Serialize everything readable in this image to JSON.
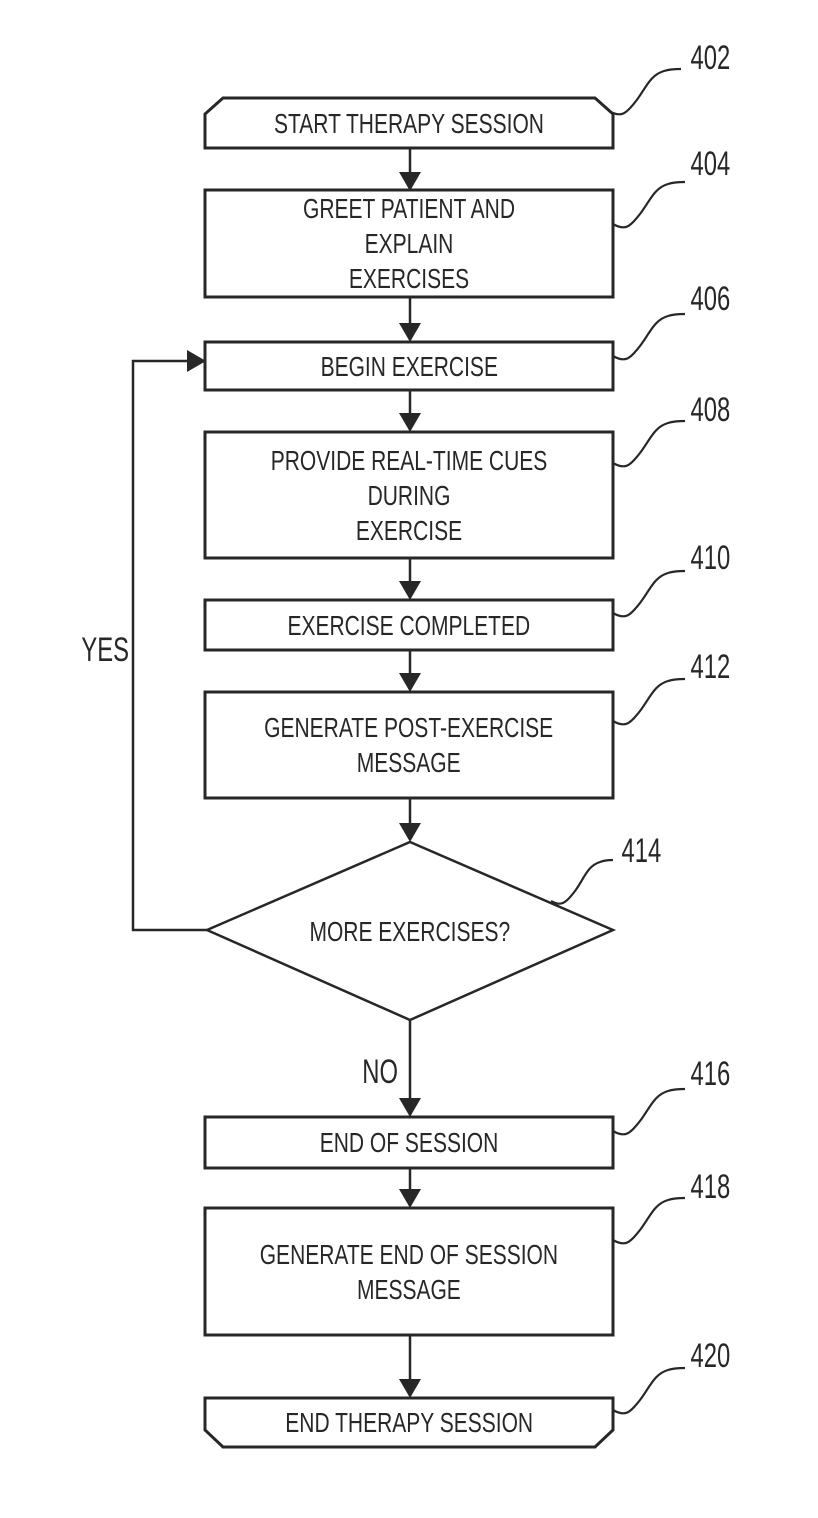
{
  "figure": {
    "background": "#ffffff",
    "line_color": "#272727",
    "nodes": [
      {
        "ref": "402",
        "shape": "terminator",
        "label": "START THERAPY SESSION"
      },
      {
        "ref": "404",
        "shape": "process",
        "label": "GREET PATIENT AND EXPLAIN\nEXERCISES"
      },
      {
        "ref": "406",
        "shape": "process",
        "label": "BEGIN EXERCISE"
      },
      {
        "ref": "408",
        "shape": "process",
        "label": "PROVIDE REAL-TIME CUES DURING\nEXERCISE"
      },
      {
        "ref": "410",
        "shape": "process",
        "label": "EXERCISE COMPLETED"
      },
      {
        "ref": "412",
        "shape": "process",
        "label": "GENERATE POST-EXERCISE\nMESSAGE"
      },
      {
        "ref": "414",
        "shape": "decision",
        "label": "MORE EXERCISES?"
      },
      {
        "ref": "416",
        "shape": "process",
        "label": "END OF SESSION"
      },
      {
        "ref": "418",
        "shape": "process",
        "label": "GENERATE END OF SESSION\nMESSAGE"
      },
      {
        "ref": "420",
        "shape": "terminator",
        "label": "END THERAPY SESSION"
      }
    ],
    "branch_labels": {
      "yes": "YES",
      "no": "NO"
    }
  }
}
